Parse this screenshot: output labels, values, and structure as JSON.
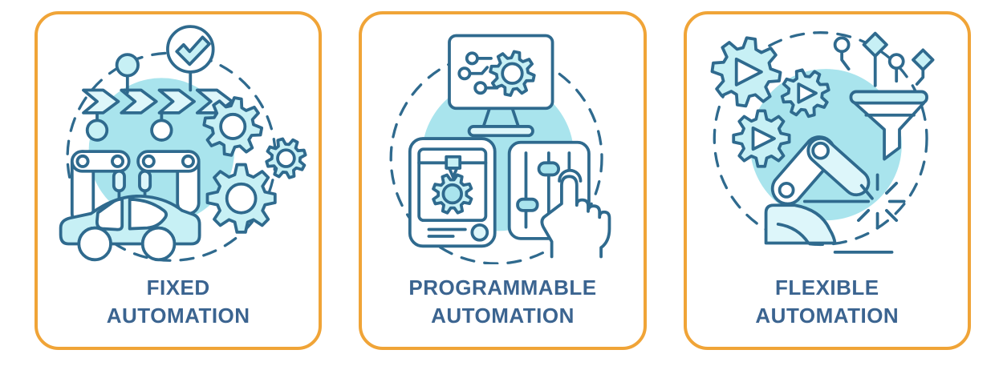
{
  "colors": {
    "border": "#F0A437",
    "stroke": "#2F6A8E",
    "teal": "#A9E4ED",
    "light": "#C7F0F5",
    "lighter": "#DDF6FA",
    "title": "#3B6490",
    "white": "#FFFFFF"
  },
  "cards": [
    {
      "id": "fixed-automation",
      "title_line1": "FIXED",
      "title_line2": "AUTOMATION",
      "icon": "fixed-automation-icon",
      "icon_elements": [
        "checkmark-icon",
        "conveyor-arrows-icon",
        "gears-icon",
        "robot-clamps-icon",
        "car-icon",
        "dashed-circle",
        "teal-background-circle"
      ]
    },
    {
      "id": "programmable-automation",
      "title_line1": "PROGRAMMABLE",
      "title_line2": "AUTOMATION",
      "icon": "programmable-automation-icon",
      "icon_elements": [
        "monitor-gear-icon",
        "printer-icon",
        "control-panel-icon",
        "hand-pointer-icon",
        "dashed-circle",
        "teal-background-circle"
      ]
    },
    {
      "id": "flexible-automation",
      "title_line1": "FLEXIBLE",
      "title_line2": "AUTOMATION",
      "icon": "flexible-automation-icon",
      "icon_elements": [
        "play-gears-icon",
        "funnel-icon",
        "robot-arm-icon",
        "spark-icon",
        "dashed-circle",
        "teal-background-circle"
      ]
    }
  ]
}
